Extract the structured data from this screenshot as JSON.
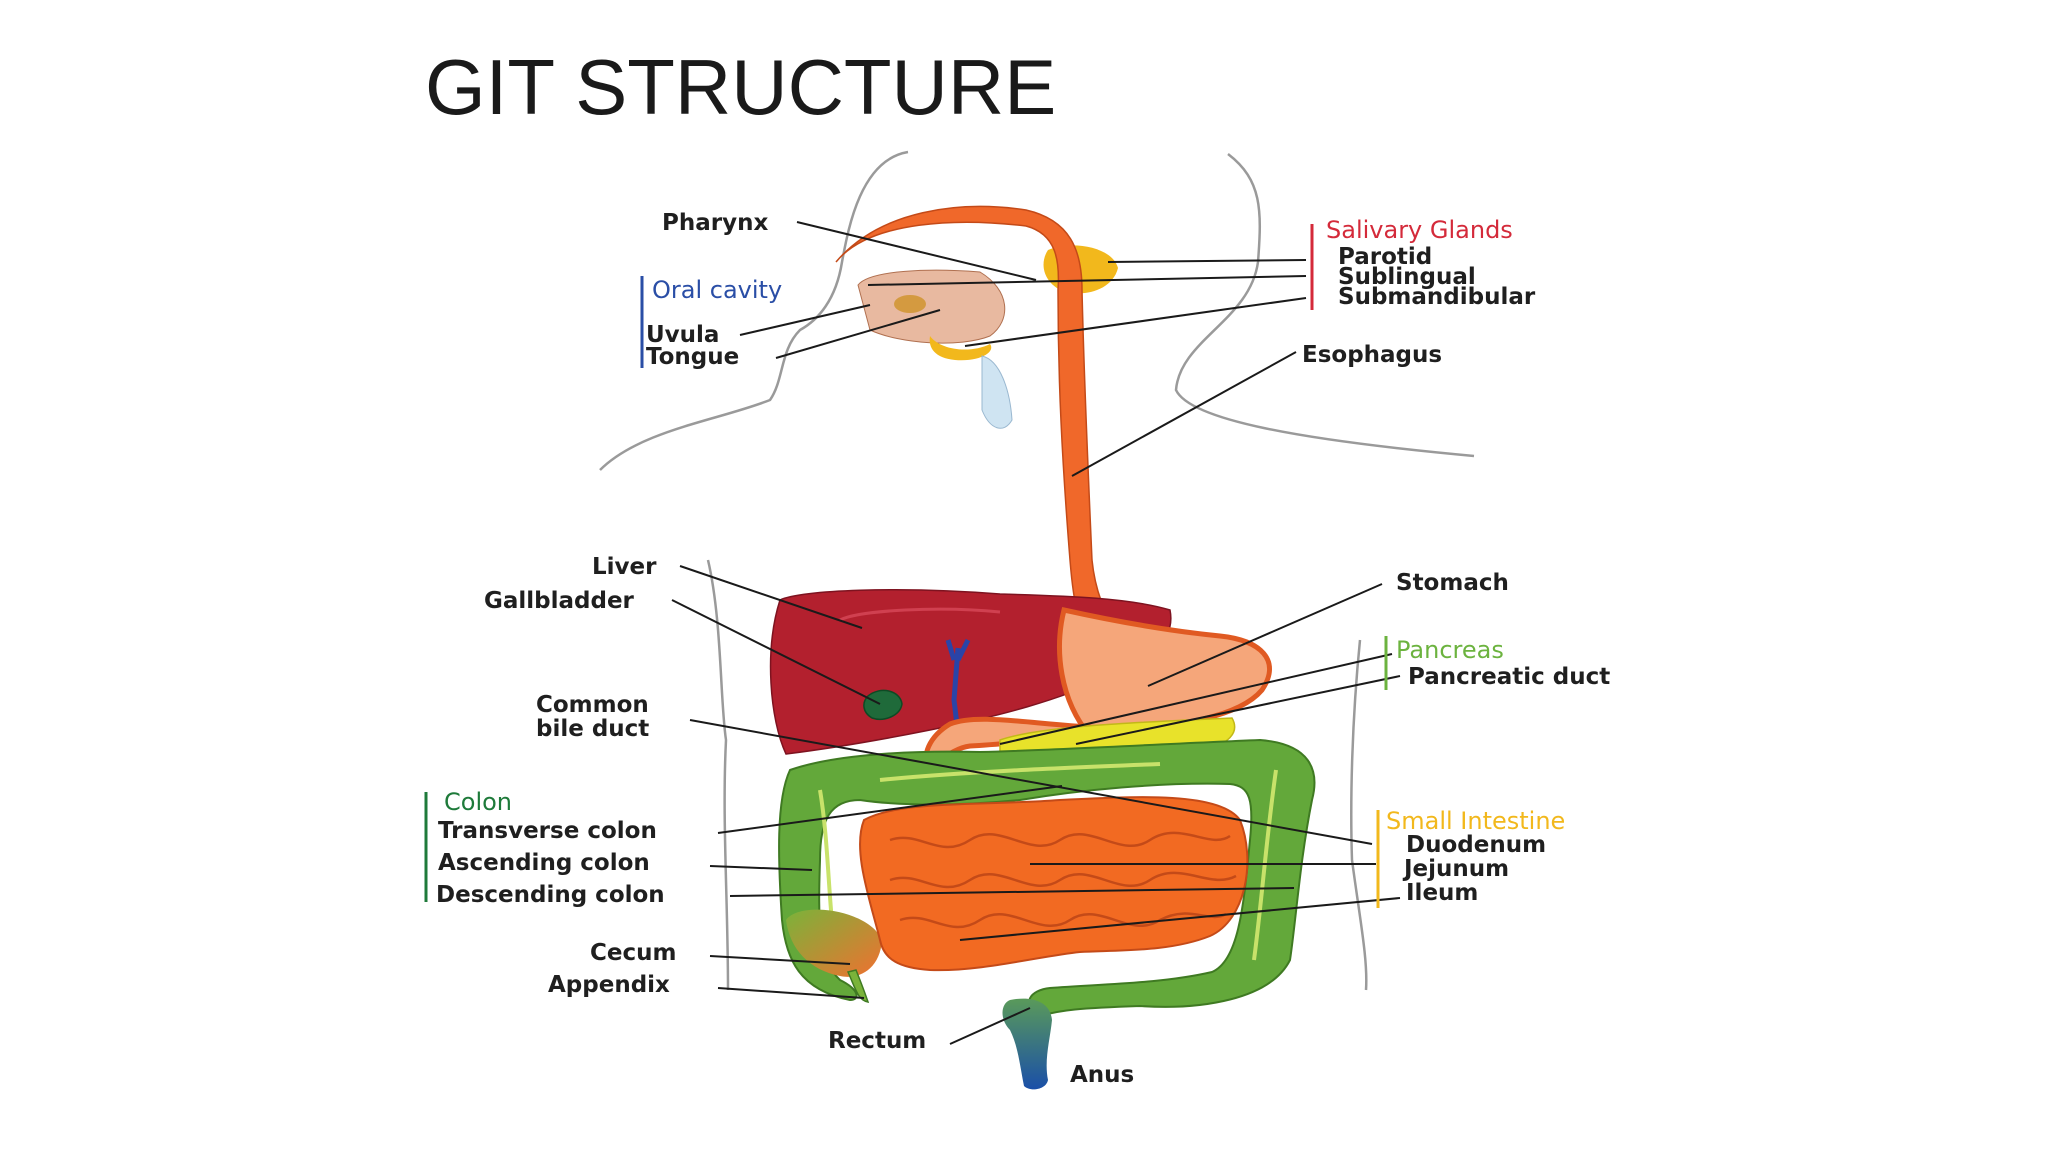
{
  "title": "GIT STRUCTURE",
  "colors": {
    "salivary": "#d42a3a",
    "oral_cavity": "#2a4ea6",
    "pancreas": "#6cb33f",
    "small_intestine": "#f2b81c",
    "colon": "#1e7a3a",
    "esophagus": "#f0682a",
    "liver": "#b3202e",
    "large_intestine": "#63a83a",
    "small_intestine_tissue": "#f26a22"
  },
  "groups": {
    "salivary_glands": "Salivary Glands",
    "oral_cavity": "Oral cavity",
    "pancreas": "Pancreas",
    "small_intestine": "Small Intestine",
    "colon": "Colon"
  },
  "labels": {
    "pharynx": "Pharynx",
    "parotid": "Parotid",
    "sublingual": "Sublingual",
    "submandibular": "Submandibular",
    "uvula": "Uvula",
    "tongue": "Tongue",
    "esophagus": "Esophagus",
    "liver": "Liver",
    "gallbladder": "Gallbladder",
    "stomach": "Stomach",
    "pancreatic_duct": "Pancreatic duct",
    "common_bile_duct_1": "Common",
    "common_bile_duct_2": "bile duct",
    "transverse_colon": "Transverse colon",
    "ascending_colon": "Ascending colon",
    "descending_colon": "Descending colon",
    "duodenum": "Duodenum",
    "jejunum": "Jejunum",
    "ileum": "Ileum",
    "cecum": "Cecum",
    "appendix": "Appendix",
    "rectum": "Rectum",
    "anus": "Anus"
  }
}
